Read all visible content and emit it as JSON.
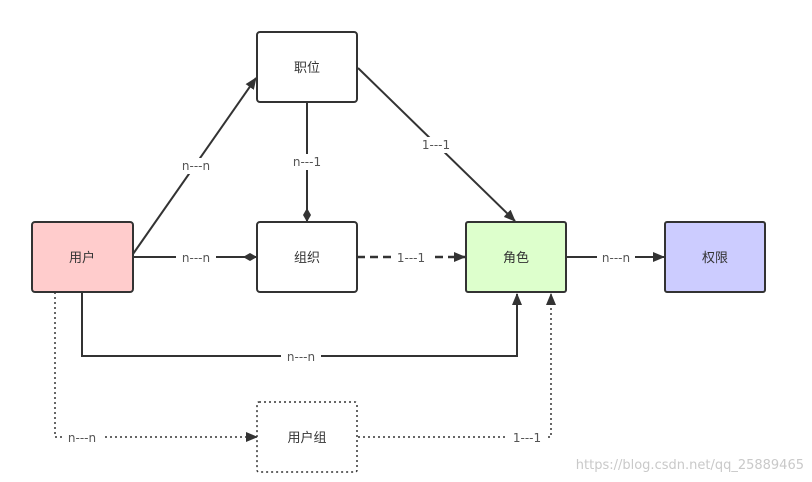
{
  "nodes": {
    "position": {
      "label": "职位",
      "fill": "#ffffff",
      "stroke": "#333333"
    },
    "user": {
      "label": "用户",
      "fill": "#ffcccc",
      "stroke": "#333333"
    },
    "org": {
      "label": "组织",
      "fill": "#ffffff",
      "stroke": "#333333"
    },
    "role": {
      "label": "角色",
      "fill": "#ddffcc",
      "stroke": "#333333"
    },
    "permission": {
      "label": "权限",
      "fill": "#ccccff",
      "stroke": "#333333"
    },
    "usergroup": {
      "label": "用户组",
      "fill": "#ffffff",
      "stroke": "#333333"
    }
  },
  "edges": {
    "user_position": "n---n",
    "position_org": "n---1",
    "position_role": "1---1",
    "user_org": "n---n",
    "org_role": "1---1",
    "role_permission": "n---n",
    "user_role": "n---n",
    "user_usergroup": "n---n",
    "usergroup_role": "1---1"
  },
  "watermark": "https://blog.csdn.net/qq_25889465"
}
